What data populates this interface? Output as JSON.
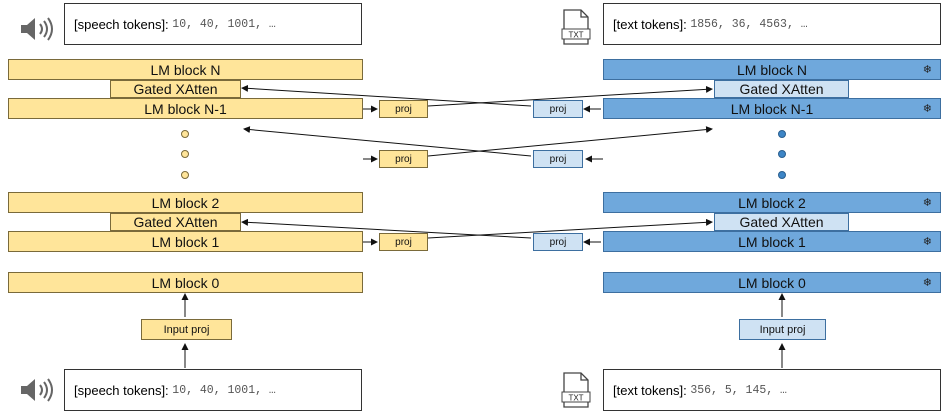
{
  "speech_side": {
    "top_tokens": {
      "label": "[speech tokens]:",
      "values": "10, 40, 1001, …"
    },
    "bottom_tokens": {
      "label": "[speech tokens]:",
      "values": "10, 40, 1001, …"
    },
    "blocks": {
      "n": "LM block N",
      "xatten_top": "Gated XAtten",
      "n_minus_1": "LM block N-1",
      "b2": "LM block 2",
      "xatten_bottom": "Gated XAtten",
      "b1": "LM block 1",
      "b0": "LM block 0"
    },
    "input_proj": "Input proj",
    "projs": [
      "proj",
      "proj",
      "proj"
    ]
  },
  "text_side": {
    "icon_label": "TXT",
    "top_tokens": {
      "label": "[text tokens]:",
      "values": "1856, 36, 4563, …"
    },
    "bottom_tokens": {
      "label": "[text tokens]:",
      "values": "356, 5, 145, …"
    },
    "blocks": {
      "n": "LM block N",
      "xatten_top": "Gated XAtten",
      "n_minus_1": "LM block N-1",
      "b2": "LM block 2",
      "xatten_bottom": "Gated XAtten",
      "b1": "LM block 1",
      "b0": "LM block 0"
    },
    "input_proj": "Input proj",
    "projs": [
      "proj",
      "proj",
      "proj"
    ],
    "frozen_icon": "❄"
  },
  "colors": {
    "speech_block": "#ffe59a",
    "text_block": "#6fa8dc",
    "text_light": "#cfe2f3"
  },
  "icons": [
    "speaker-icon",
    "txt-file-icon",
    "snowflake-icon"
  ]
}
